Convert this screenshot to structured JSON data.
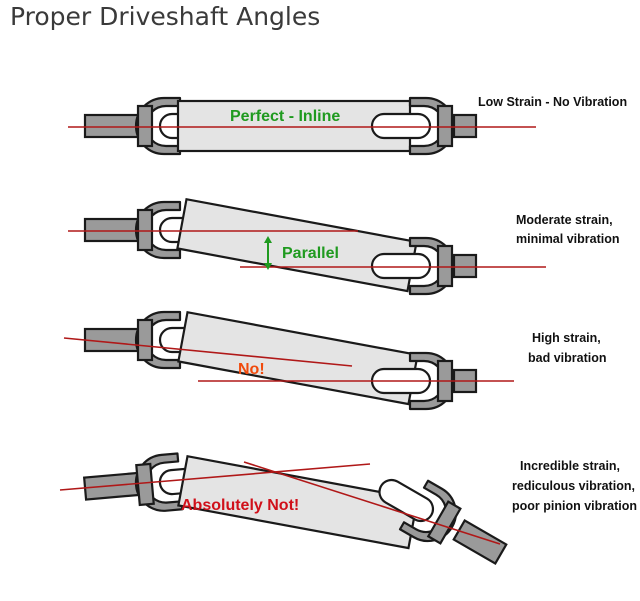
{
  "page": {
    "title": "Proper Driveshaft Angles"
  },
  "rows": [
    {
      "label": "Perfect - Inline",
      "label_color": "#1f9a1f",
      "notes": [
        "Low Strain - No Vibration"
      ]
    },
    {
      "label": "Parallel",
      "label_color": "#1f9a1f",
      "notes": [
        "Moderate strain,",
        "minimal vibration"
      ]
    },
    {
      "label": "No!",
      "label_color": "#f04a0c",
      "notes": [
        "High strain,",
        "bad vibration"
      ]
    },
    {
      "label": "Absolutely Not!",
      "label_color": "#d0101a",
      "notes": [
        "Incredible strain,",
        "rediculous vibration,",
        "poor pinion vibration"
      ]
    }
  ],
  "colors": {
    "shaft_fill": "#e4e4e4",
    "yoke_fill": "#9a9a9a",
    "outline": "#1a1a1a",
    "centerline": "#b01818",
    "arrow": "#1f9a1f"
  }
}
